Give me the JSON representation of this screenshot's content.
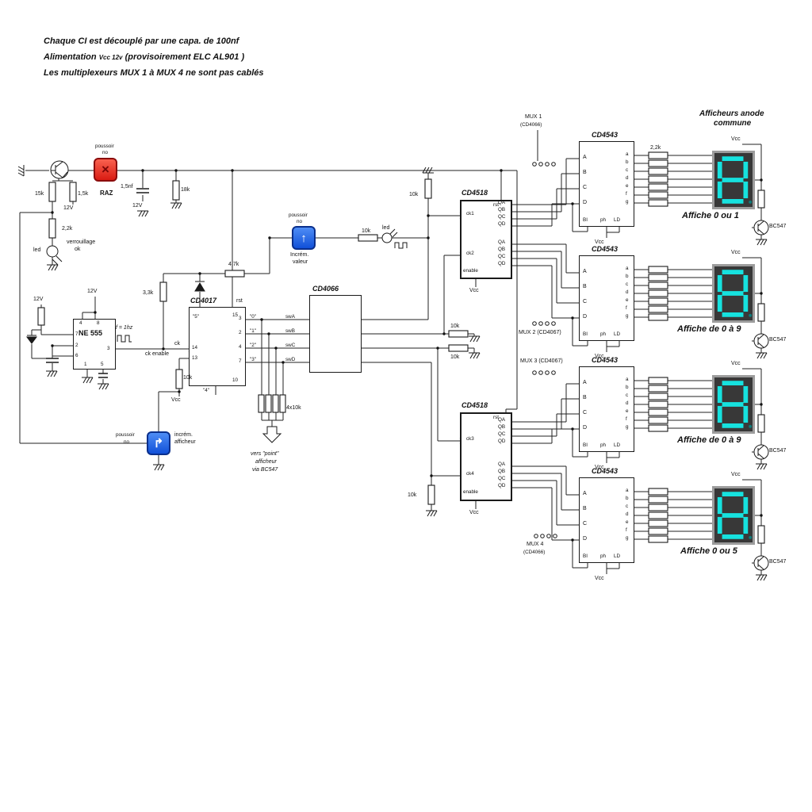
{
  "notes": {
    "line1": "Chaque CI est découplé par une capa. de 100nf",
    "line2_label": "Alimentation",
    "line2_vcc": "Vcc 12v",
    "line2_rest": "(provisoirement ELC AL901 )",
    "line3": "Les multiplexeurs MUX 1 à MUX 4 ne sont pas cablés"
  },
  "power": {
    "v12": "12V",
    "vcc": "Vcc"
  },
  "left": {
    "r15k": "15k",
    "r1k5": "1,5k",
    "r2k2": "2,2k",
    "led": "led",
    "lock1": "verrouillage",
    "lock2": "ok",
    "c1n5": "1,5nf",
    "r18k": "18k"
  },
  "buttons": {
    "raz": {
      "l1": "poussoir",
      "l2": "no",
      "name": "RAZ",
      "glyph": "×"
    },
    "incv": {
      "l1": "poussoir",
      "l2": "no",
      "n1": "Incrém.",
      "n2": "valeur",
      "glyph": "↑"
    },
    "inca": {
      "l1": "poussoir",
      "l2": "no",
      "n1": "incrém.",
      "n2": "afficheur",
      "glyph": "↱"
    }
  },
  "ne555": {
    "name": "NE 555",
    "freq": "f = 1hz",
    "p4": "4",
    "p8": "8",
    "p7": "7",
    "p2": "2",
    "p6": "6",
    "p3": "3",
    "p1": "1",
    "p5": "5"
  },
  "cd4017": {
    "name": "CD4017",
    "rst": "rst",
    "ck": "ck",
    "cken": "ck enable",
    "p15": "15",
    "p3": "3",
    "p2": "2",
    "p4": "4",
    "p7": "7",
    "p14": "14",
    "p13": "13",
    "p10": "10",
    "q5": "\"5\"",
    "q0": "\"0\"",
    "q1": "\"1\"",
    "q2": "\"2\"",
    "q3": "\"3\"",
    "q4": "\"4\"",
    "r3k3": "3,3k",
    "r4k7": "4,7k"
  },
  "cd4066": {
    "name": "CD4066",
    "sw": [
      "swA",
      "swB",
      "swC",
      "swD"
    ]
  },
  "cd4518": {
    "name": "CD4518",
    "rst": "rst",
    "enable": "enable",
    "ck": [
      "ck1",
      "ck2",
      "ck3",
      "ck4"
    ],
    "q": [
      "QA",
      "QB",
      "QC",
      "QD"
    ]
  },
  "cd4543": {
    "name": "CD4543",
    "in": [
      "A",
      "B",
      "C",
      "D"
    ],
    "out": [
      "a",
      "b",
      "c",
      "d",
      "e",
      "f",
      "g"
    ],
    "bi": "BI",
    "ph": "ph",
    "ld": "LD"
  },
  "net": {
    "r10k": "10k",
    "r4x10k": "4x10k"
  },
  "mux": [
    {
      "l1": "MUX 1",
      "l2": "(CD4066)"
    },
    {
      "l1": "MUX 2 (CD4067)"
    },
    {
      "l1": "MUX 3 (CD4067)"
    },
    {
      "l1": "MUX 4",
      "l2": "(CD4066)"
    }
  ],
  "pnote": {
    "l1": "vers \"point\"",
    "l2": "afficheur",
    "l3": "via BC547"
  },
  "disp": {
    "header1": "Afficheurs anode",
    "header2": "commune",
    "transistor": "BC547",
    "r2k2": "2,2k",
    "digit": "8",
    "captions": [
      "Affiche 0 ou 1",
      "Affiche de 0 à 9",
      "Affiche de 0 à 9",
      "Affiche 0 ou 5"
    ]
  },
  "colors": {
    "segment": "#16e2df",
    "display_bg": "#383838",
    "button_red": "#e32222",
    "button_blue": "#1e62e8"
  }
}
